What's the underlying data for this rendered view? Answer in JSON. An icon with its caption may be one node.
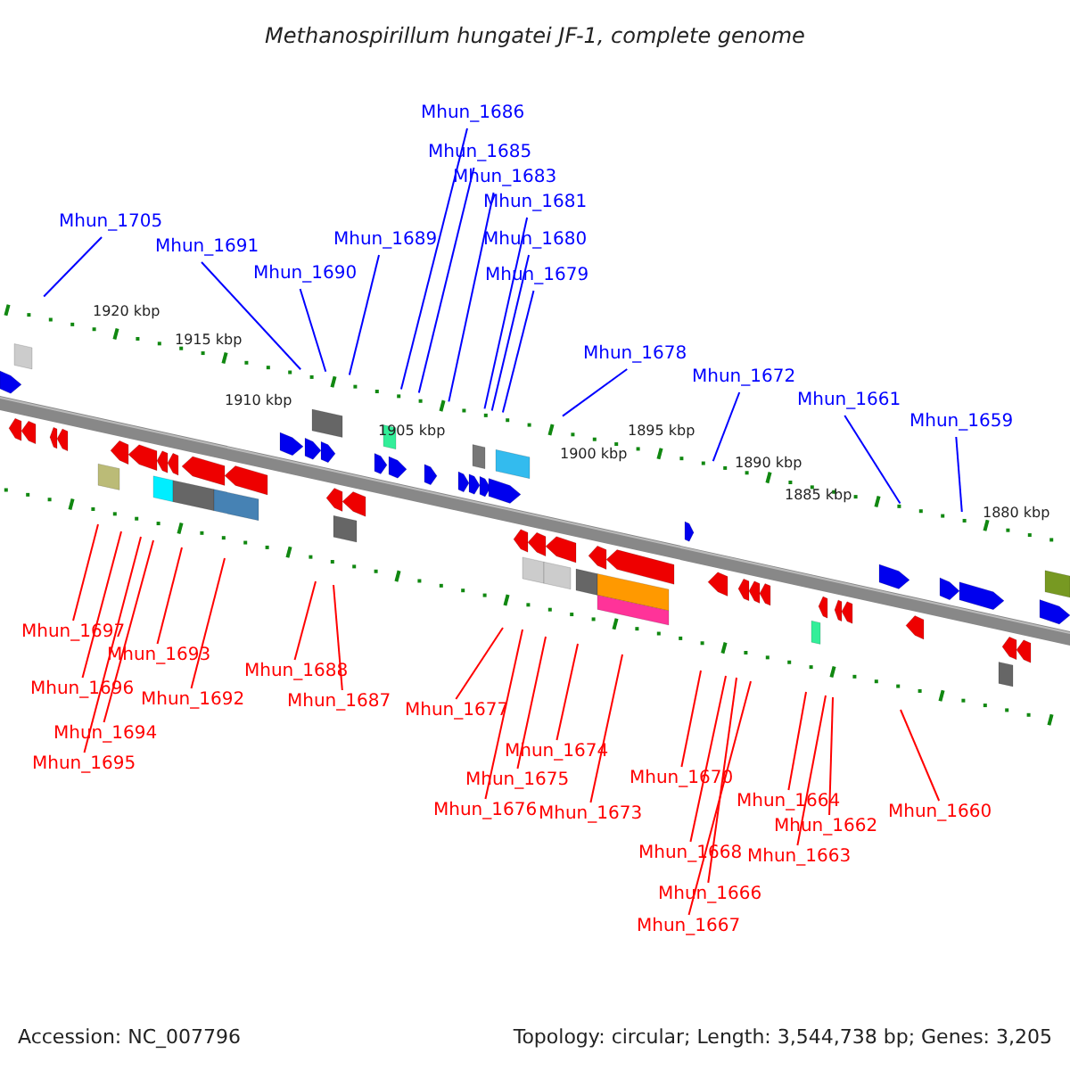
{
  "diagram": {
    "title": "Methanospirillum hungatei JF-1, complete genome",
    "nodes": [
      {
        "text": [
          "Mhun_1686"
        ]
      },
      {
        "text": [
          "Mhun_1685"
        ]
      },
      {
        "text": [
          "Mhun_1683"
        ]
      },
      {
        "text": [
          "Mhun_1681"
        ]
      },
      {
        "text": [
          "Mhun_1705"
        ]
      },
      {
        "text": [
          "Mhun_1691"
        ]
      },
      {
        "text": [
          "Mhun_1689"
        ]
      },
      {
        "text": [
          "Mhun_1680"
        ]
      },
      {
        "text": [
          "Mhun_1690"
        ]
      },
      {
        "text": [
          "Mhun_1679"
        ]
      },
      {
        "text": [
          "Mhun_1678"
        ]
      },
      {
        "text": [
          "Mhun_1672"
        ]
      },
      {
        "text": [
          "Mhun_1661"
        ]
      },
      {
        "text": [
          "Mhun_1659"
        ]
      },
      {
        "text": [
          "Mhun_1697"
        ]
      },
      {
        "text": [
          "Mhun_1693"
        ]
      },
      {
        "text": [
          "Mhun_1688"
        ]
      },
      {
        "text": [
          "Mhun_1696"
        ]
      },
      {
        "text": [
          "Mhun_1692"
        ]
      },
      {
        "text": [
          "Mhun_1687"
        ]
      },
      {
        "text": [
          "Mhun_1677"
        ]
      },
      {
        "text": [
          "Mhun_1694"
        ]
      },
      {
        "text": [
          "Mhun_1674"
        ]
      },
      {
        "text": [
          "Mhun_1695"
        ]
      },
      {
        "text": [
          "Mhun_1670"
        ]
      },
      {
        "text": [
          "Mhun_1675"
        ]
      },
      {
        "text": [
          "Mhun_1664"
        ]
      },
      {
        "text": [
          "Mhun_1676"
        ]
      },
      {
        "text": [
          "Mhun_1660"
        ]
      },
      {
        "text": [
          "Mhun_1673"
        ]
      },
      {
        "text": [
          "Mhun_1662"
        ]
      },
      {
        "text": [
          "Mhun_1668"
        ]
      },
      {
        "text": [
          "Mhun_1663"
        ]
      },
      {
        "text": [
          "Mhun_1666"
        ]
      },
      {
        "text": [
          "Mhun_1667"
        ]
      }
    ],
    "edges": [
      {
        "from": 0,
        "to": null,
        "arrow": "none",
        "color": "#0000ff"
      },
      {
        "from": 1,
        "to": null,
        "arrow": "none",
        "color": "#0000ff"
      },
      {
        "from": 2,
        "to": null,
        "arrow": "none",
        "color": "#0000ff"
      },
      {
        "from": 3,
        "to": null,
        "arrow": "none",
        "color": "#0000ff"
      },
      {
        "from": 4,
        "to": null,
        "arrow": "none",
        "color": "#0000ff"
      },
      {
        "from": 5,
        "to": null,
        "arrow": "none",
        "color": "#0000ff"
      },
      {
        "from": 6,
        "to": null,
        "arrow": "none",
        "color": "#0000ff"
      },
      {
        "from": 7,
        "to": null,
        "arrow": "none",
        "color": "#0000ff"
      },
      {
        "from": 8,
        "to": null,
        "arrow": "none",
        "color": "#0000ff"
      },
      {
        "from": 9,
        "to": null,
        "arrow": "none",
        "color": "#0000ff"
      },
      {
        "from": 10,
        "to": null,
        "arrow": "none",
        "color": "#0000ff"
      },
      {
        "from": 11,
        "to": null,
        "arrow": "none",
        "color": "#0000ff"
      },
      {
        "from": 12,
        "to": null,
        "arrow": "none",
        "color": "#0000ff"
      },
      {
        "from": 13,
        "to": null,
        "arrow": "none",
        "color": "#0000ff"
      },
      {
        "from": 14,
        "to": null,
        "arrow": "none"
      },
      {
        "from": 15,
        "to": null,
        "arrow": "none"
      },
      {
        "from": 16,
        "to": null,
        "arrow": "none"
      },
      {
        "from": 17,
        "to": null,
        "arrow": "none"
      },
      {
        "from": 18,
        "to": null,
        "arrow": "none"
      },
      {
        "from": 19,
        "to": null,
        "arrow": "none"
      },
      {
        "from": 20,
        "to": null,
        "arrow": "none"
      },
      {
        "from": 21,
        "to": null,
        "arrow": "none"
      },
      {
        "from": 22,
        "to": null,
        "arrow": "none"
      },
      {
        "from": 23,
        "to": null,
        "arrow": "none"
      },
      {
        "from": 24,
        "to": null,
        "arrow": "none"
      },
      {
        "from": 25,
        "to": null,
        "arrow": "none"
      },
      {
        "from": 26,
        "to": null,
        "arrow": "none"
      },
      {
        "from": 27,
        "to": null,
        "arrow": "none"
      },
      {
        "from": 28,
        "to": null,
        "arrow": "none"
      },
      {
        "from": 29,
        "to": null,
        "arrow": "none"
      },
      {
        "from": 30,
        "to": null,
        "arrow": "none"
      },
      {
        "from": 31,
        "to": null,
        "arrow": "none"
      },
      {
        "from": 32,
        "to": null,
        "arrow": "none"
      },
      {
        "from": 33,
        "to": null,
        "arrow": "none"
      },
      {
        "from": 34,
        "to": null,
        "arrow": "none"
      }
    ],
    "labels": [
      "1920 kbp",
      "1915 kbp",
      "1910 kbp",
      "1905 kbp",
      "1900 kbp",
      "1895 kbp",
      "1890 kbp",
      "1885 kbp",
      "1880 kbp",
      "Accession: NC_007796",
      "Topology: circular; Length: 3,544,738 bp; Genes: 3,205"
    ]
  }
}
